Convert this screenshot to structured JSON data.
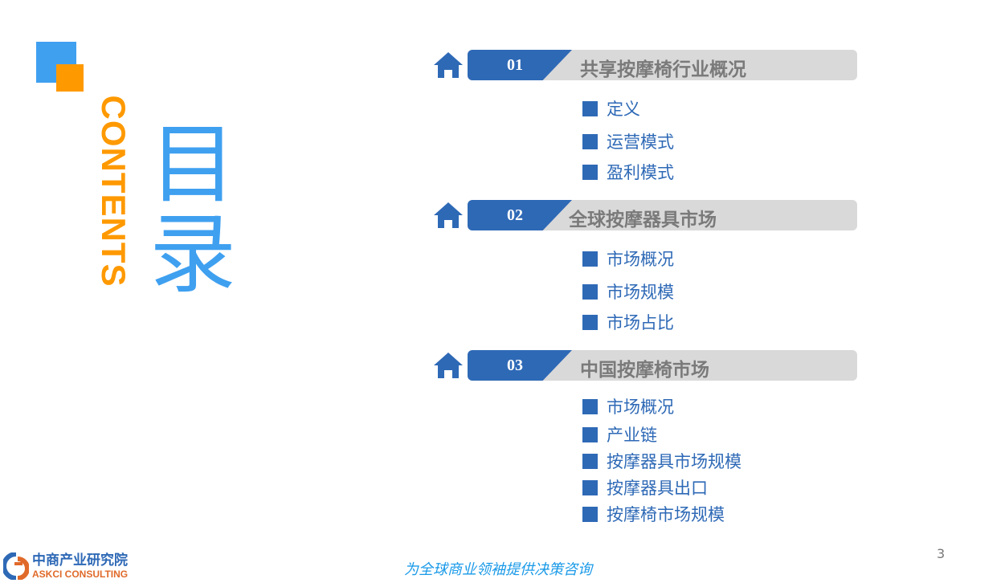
{
  "left": {
    "contents": "CONTENTS",
    "title_1": "目",
    "title_2": "录"
  },
  "sections": [
    {
      "number": "01",
      "title": "共享按摩椅行业概况",
      "items": [
        "定义",
        "运营模式",
        "盈利模式"
      ]
    },
    {
      "number": "02",
      "title": "全球按摩器具市场",
      "items": [
        "市场概况",
        "市场规模",
        "市场占比"
      ]
    },
    {
      "number": "03",
      "title": "中国按摩椅市场",
      "items": [
        "市场概况",
        "产业链",
        "按摩器具市场规模",
        "按摩器具出口",
        "按摩椅市场规模"
      ]
    }
  ],
  "footer": {
    "logo_cn": "中商产业研究院",
    "logo_en": "ASKCI CONSULTING",
    "slogan": "为全球商业领袖提供决策咨询",
    "page_number": "3"
  },
  "colors": {
    "blue": "#2e69b6",
    "light_blue": "#3fa0f0",
    "orange": "#ff9900",
    "bar_gray": "#d9d9d9"
  }
}
